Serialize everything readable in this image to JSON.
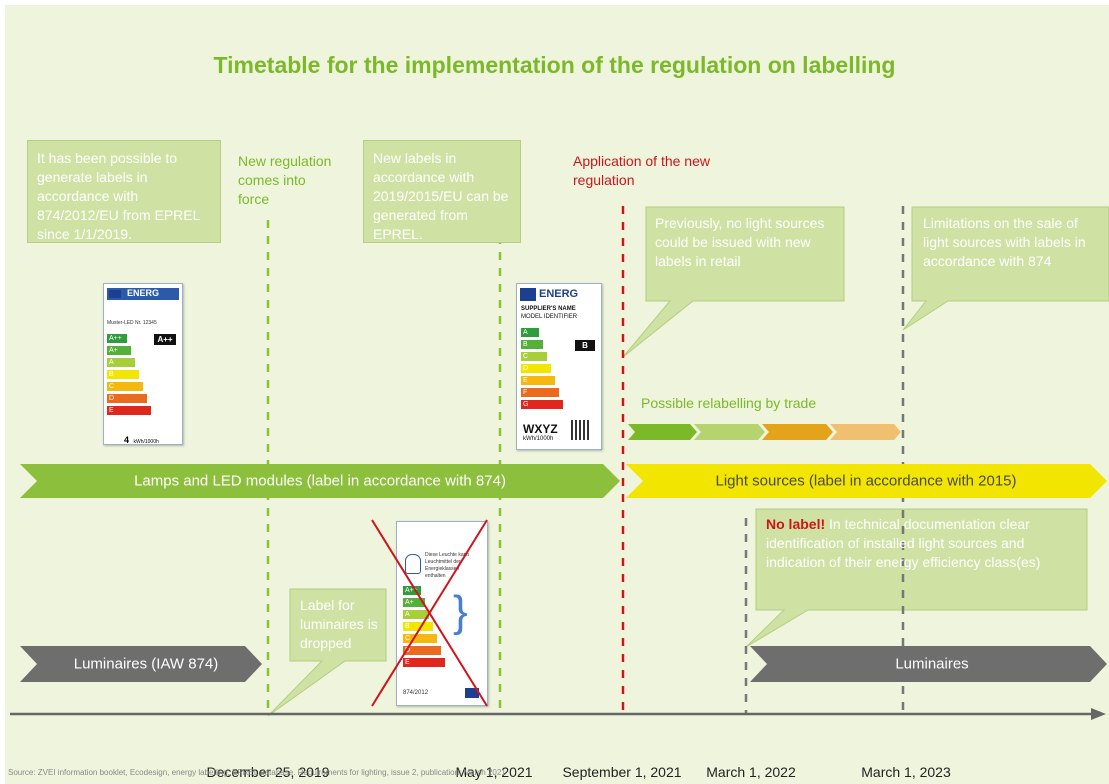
{
  "title": "Timetable for the implementation of the regulation on labelling",
  "notes": {
    "epr_874": "It has been possible to generate labels in accordance with 874/2012/EU from EPREL since 1/1/2019.",
    "new_regulation": "New regulation comes into force",
    "new_labels": "New labels in accordance with 2019/2015/EU can be generated from EPREL.",
    "application": "Application of the new regulation",
    "previously": "Previously, no light sources could be issued with new labels in retail",
    "limitations": "Limitations on the sale of light sources with labels in accordance with 874",
    "luminaires_dropped": "Label for luminaires is dropped",
    "no_label_bold": "No label!",
    "no_label_rest": " In technical documentation clear identification of installed light sources and indication of their energy efficiency class(es)",
    "relabelling": "Possible relabelling by trade"
  },
  "bands": {
    "lamps": "Lamps and LED modules (label in accordance with 874)",
    "light_sources": "Light sources (label in accordance with 2015)",
    "luminaires_old": "Luminaires (IAW 874)",
    "luminaires_new": "Luminaires"
  },
  "dates": [
    "December 25, 2019",
    "May 1, 2021",
    "September 1, 2021",
    "March 1, 2022",
    "March 1, 2023"
  ],
  "label_old": {
    "brand": "ENERG",
    "model": "Muster-LED  Nr. 12345",
    "classes": [
      "A++",
      "A+",
      "A",
      "B",
      "C",
      "D",
      "E"
    ],
    "rating": "A++",
    "consumption_value": "4",
    "consumption_unit": "kWh/1000h"
  },
  "label_new": {
    "brand": "ENERG",
    "supplier": "SUPPLIER'S NAME",
    "model": "MODEL IDENTIFIER",
    "classes": [
      "A",
      "B",
      "C",
      "D",
      "E",
      "F",
      "G"
    ],
    "rating": "B",
    "consumption_value": "WXYZ",
    "consumption_unit": "kWh/1000h"
  },
  "label_luminaire": {
    "text": "Diese Leuchte kann Leuchtmittel der Energieklassen enthalten",
    "classes": [
      "A++",
      "A+",
      "A",
      "B",
      "C",
      "D",
      "E"
    ],
    "footer": "874/2012"
  },
  "source": "Source: ZVEI information booklet, Ecodesign, energy labelling, EPREL database. Requirements for lighting, issue 2, publication: March 2021",
  "colors": {
    "green": "#7cb928",
    "yellow": "#f2e600",
    "grey": "#6e6e6e",
    "red": "#d0141c",
    "callout": "#cfe2a4",
    "background": "#eef5dc"
  }
}
